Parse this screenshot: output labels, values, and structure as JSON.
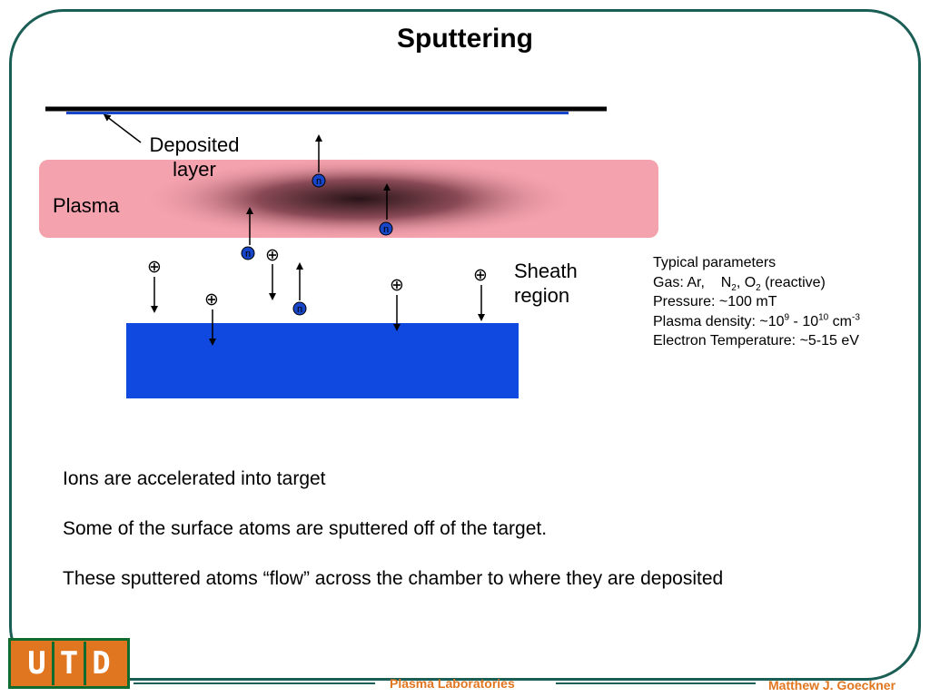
{
  "title": "Sputtering",
  "labels": {
    "deposited_line1": "Deposited",
    "deposited_line2": "layer",
    "plasma": "Plasma",
    "sheath_line1": "Sheath",
    "sheath_line2": "region",
    "neutral_symbol": "n",
    "ion_symbol": "⊕"
  },
  "params": {
    "heading": "Typical parameters",
    "gas_prefix": "Gas: Ar,",
    "gas_n": "N",
    "gas_n_sub": "2",
    "gas_o": ", O",
    "gas_o_sub": "2",
    "gas_suffix": " (reactive)",
    "pressure": "Pressure: ~100 mT",
    "density_prefix": "Plasma density: ~10",
    "density_exp1": "9",
    "density_mid": " - 10",
    "density_exp2": "10",
    "density_unit": " cm",
    "density_exp3": "-3",
    "temperature": "Electron Temperature: ~5-15 eV"
  },
  "bullets": [
    "Ions are accelerated into target",
    "Some of the surface atoms are sputtered off of the target.",
    "These sputtered atoms “flow” across the chamber to where they are deposited"
  ],
  "logo": {
    "letters": [
      "U",
      "T",
      "D"
    ]
  },
  "footer": {
    "center": "Plasma Laboratories",
    "right": "Matthew J. Goeckner"
  },
  "colors": {
    "frame": "#1b5e56",
    "plasma": "#f4a2ad",
    "target": "#0f49e0",
    "deposited_layer": "#1746c8",
    "accent": "#e07620"
  }
}
